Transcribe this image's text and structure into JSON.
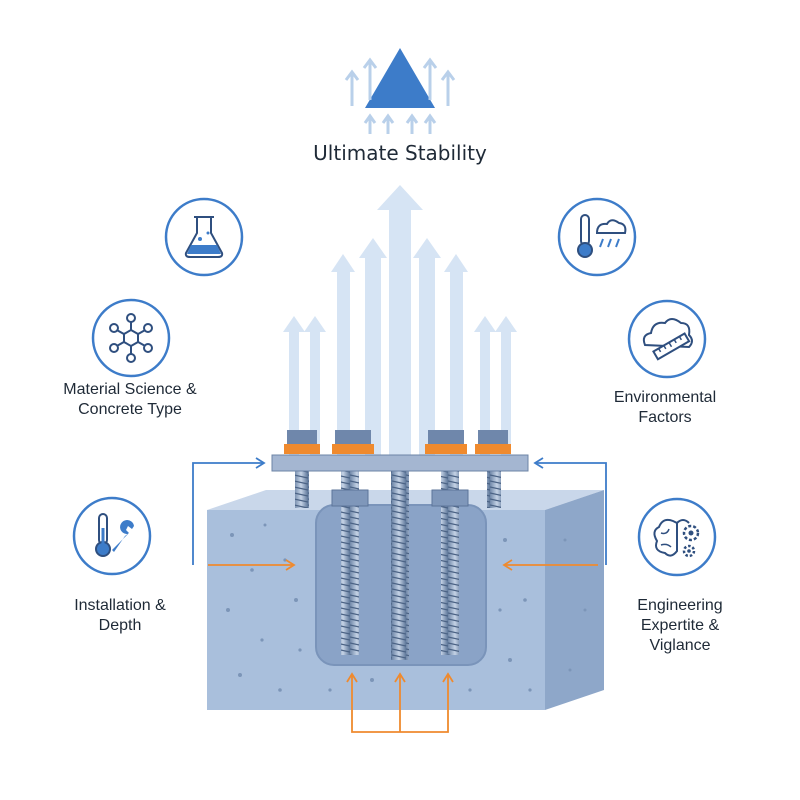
{
  "title": "Ultimate Stability",
  "factors": [
    {
      "icon": "flask-icon",
      "lines": []
    },
    {
      "icon": "molecule-icon",
      "lines": [
        "Material Science &",
        "Concrete Type"
      ]
    },
    {
      "icon": "thermometer-wrench-icon",
      "lines": [
        "Installation &",
        "Depth"
      ]
    },
    {
      "icon": "thermometer-cloud-icon",
      "lines": []
    },
    {
      "icon": "cloud-ruler-icon",
      "lines": [
        "Environmental",
        "Factors"
      ]
    },
    {
      "icon": "brain-gears-icon",
      "lines": [
        "Engineering",
        "Expertite &",
        "Viglance"
      ]
    }
  ],
  "colors": {
    "accent_blue": "#3d7cc9",
    "arrow_light": "#cfe0f2",
    "concrete": "#a9bfdc",
    "orange": "#ef8a2e",
    "text": "#1f2a37"
  }
}
